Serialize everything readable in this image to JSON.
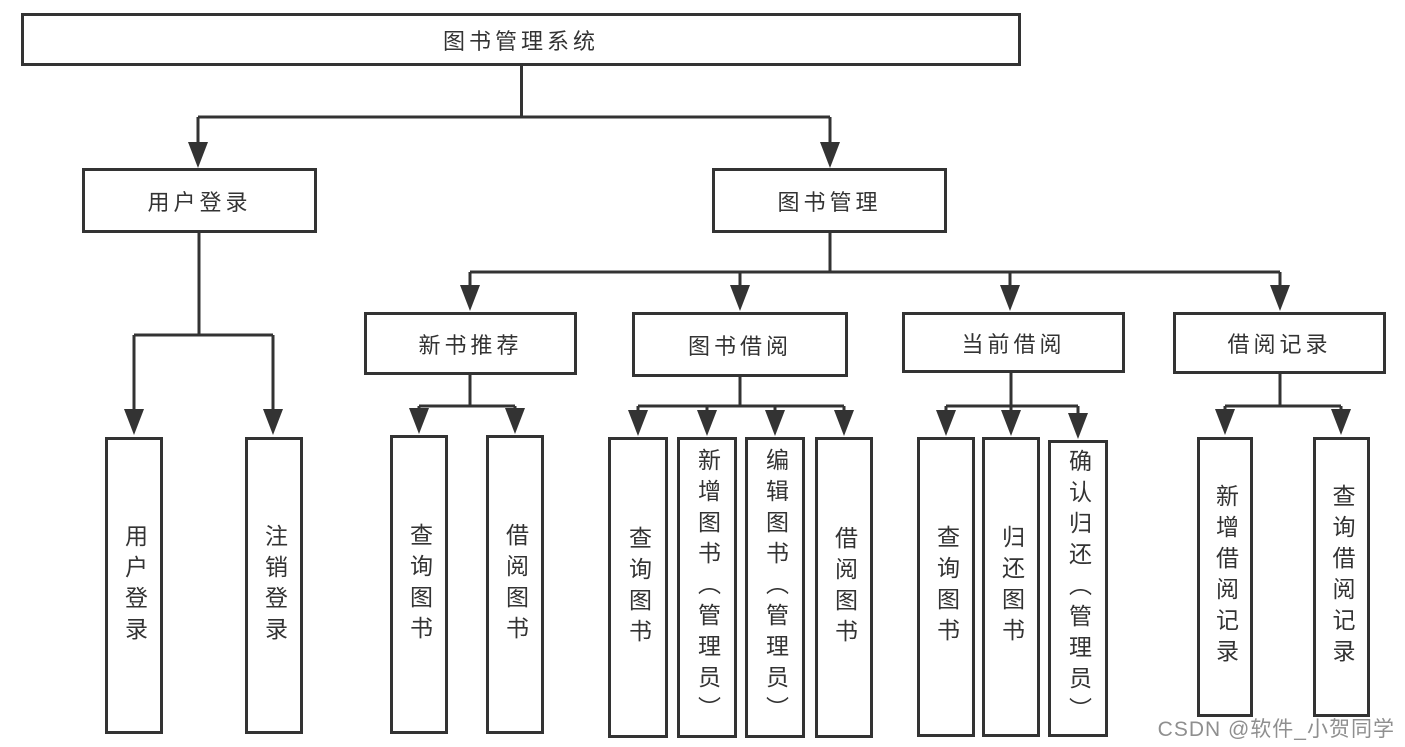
{
  "diagram": {
    "root": "图书管理系统",
    "level2": {
      "user_login": "用户登录",
      "book_mgmt": "图书管理"
    },
    "level3": {
      "new_books": "新书推荐",
      "book_borrow": "图书借阅",
      "current_borrow": "当前借阅",
      "borrow_records": "借阅记录"
    },
    "leaves": {
      "user_login": "用户登录",
      "logout": "注销登录",
      "nb_query": "查询图书",
      "nb_borrow": "借阅图书",
      "bb_query": "查询图书",
      "bb_add": "新增图书（管理员）",
      "bb_edit": "编辑图书（管理员）",
      "bb_borrow": "借阅图书",
      "cb_query": "查询图书",
      "cb_return": "归还图书",
      "cb_confirm": "确认归还（管理员）",
      "br_add": "新增借阅记录",
      "br_query": "查询借阅记录"
    }
  },
  "watermark": "CSDN @软件_小贺同学",
  "colors": {
    "line": "#333333",
    "box_border": "#333333",
    "text": "#333333",
    "watermark": "#8f8f8f",
    "background": "#ffffff"
  }
}
